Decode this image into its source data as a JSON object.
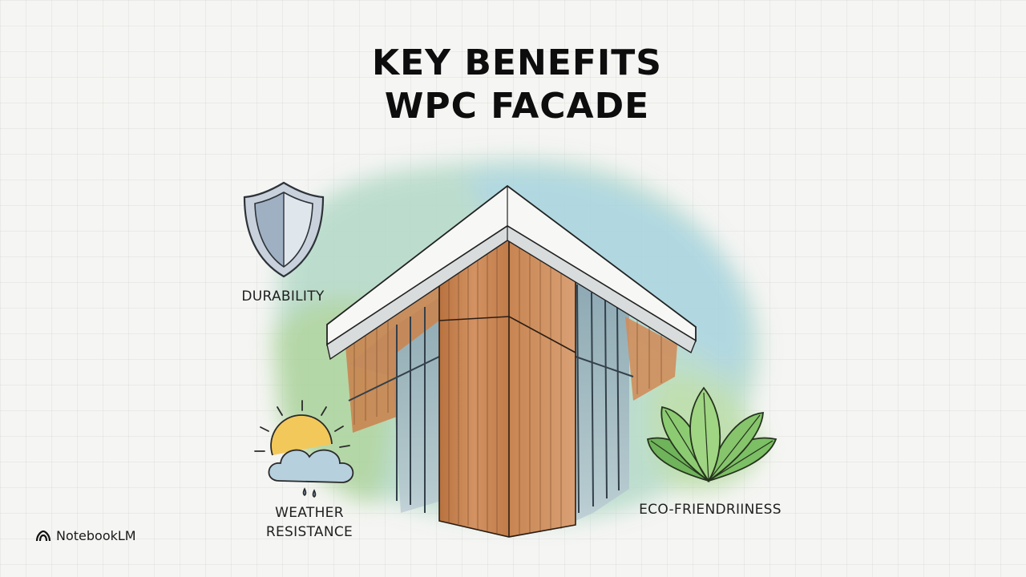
{
  "slide": {
    "title_line1": "KEY BENEFITS",
    "title_line2": "WPC FACADE"
  },
  "benefits": [
    {
      "label": "DURABILITY",
      "icon": "shield-icon"
    },
    {
      "label_line1": "WEATHER",
      "label_line2": "RESISTANCE",
      "icon": "sun-cloud-rain-icon"
    },
    {
      "label": "ECO-FRIENDRIINESS",
      "icon": "leaves-icon"
    }
  ],
  "watermark": {
    "text": "NotebookLM",
    "icon": "notebooklm-logo-icon"
  },
  "colors": {
    "wood": "#c8834f",
    "glass": "#8fa7b8",
    "wash_green": "#a9d29a",
    "wash_blue": "#a8d4dc",
    "sun": "#f2c85b"
  }
}
